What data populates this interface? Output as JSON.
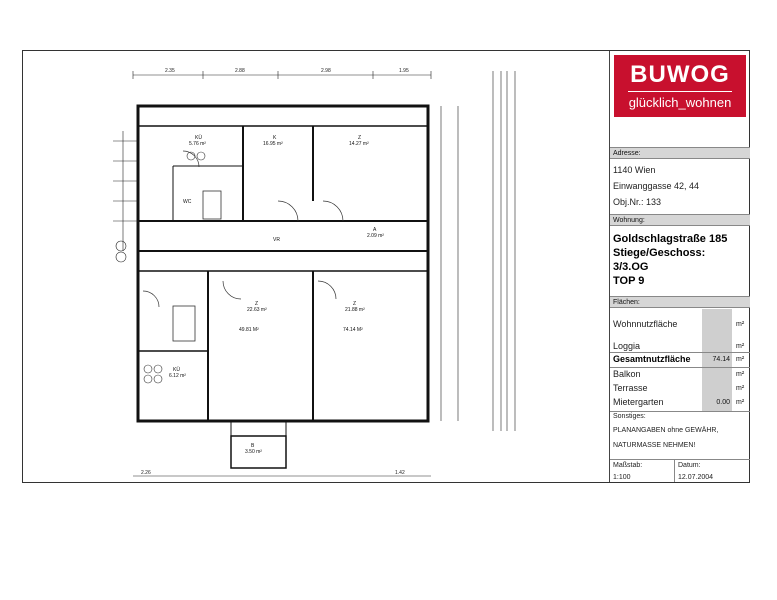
{
  "logo": {
    "brand": "BUWOG",
    "tagline": "glücklich_wohnen"
  },
  "address": {
    "header": "Adresse:",
    "line1": "1140 Wien",
    "line2": "Einwanggasse 42, 44",
    "line3": "Obj.Nr.: 133"
  },
  "apartment": {
    "header": "Wohnung:",
    "street": "Goldschlagstraße 185",
    "stair_label": "Stiege/Geschoss:",
    "floor": "3/3.OG",
    "top": "TOP 9"
  },
  "areas": {
    "header": "Flächen:",
    "rows": [
      {
        "label": "Wohnnutzfläche",
        "value": "",
        "unit": "m²"
      },
      {
        "label": "Loggia",
        "value": "",
        "unit": "m²"
      },
      {
        "label": "Gesamtnutzfläche",
        "value": "74.14",
        "unit": "m²"
      },
      {
        "label": "Balkon",
        "value": "",
        "unit": "m²"
      },
      {
        "label": "Terrasse",
        "value": "",
        "unit": "m²"
      },
      {
        "label": "Mietergarten",
        "value": "0.00",
        "unit": "m²"
      }
    ]
  },
  "misc": {
    "header": "Sonstiges:",
    "line1": "PLANANGABEN ohne GEWÄHR,",
    "line2": "NATURMASSE NEHMEN!"
  },
  "footer": {
    "scale_label": "Maßstab:",
    "scale_value": "1:100",
    "date_label": "Datum:",
    "date_value": "12.07.2004"
  },
  "plan": {
    "top_dims": [
      "2.35",
      "2.88",
      "2.98",
      "1.95"
    ],
    "rooms": [
      {
        "name": "KÜ",
        "area": "5.76 m²"
      },
      {
        "name": "K",
        "area": "16.95 m²"
      },
      {
        "name": "Z",
        "area": "14.27 m²"
      },
      {
        "name": "WC",
        "area": ""
      },
      {
        "name": "A",
        "area": "2.09 m²"
      },
      {
        "name": "VR",
        "area": ""
      },
      {
        "name": "Z",
        "area": "22.63 m²"
      },
      {
        "name": "Z",
        "area": "21.88 m²"
      },
      {
        "name": "B",
        "area": "3.50 m²"
      },
      {
        "name": "KÜ",
        "area": "6.12 m²"
      }
    ],
    "total_left": "49.81 M²",
    "total_right": "74.14 M²",
    "bottom_dims": [
      "2.26",
      "1.42"
    ]
  }
}
